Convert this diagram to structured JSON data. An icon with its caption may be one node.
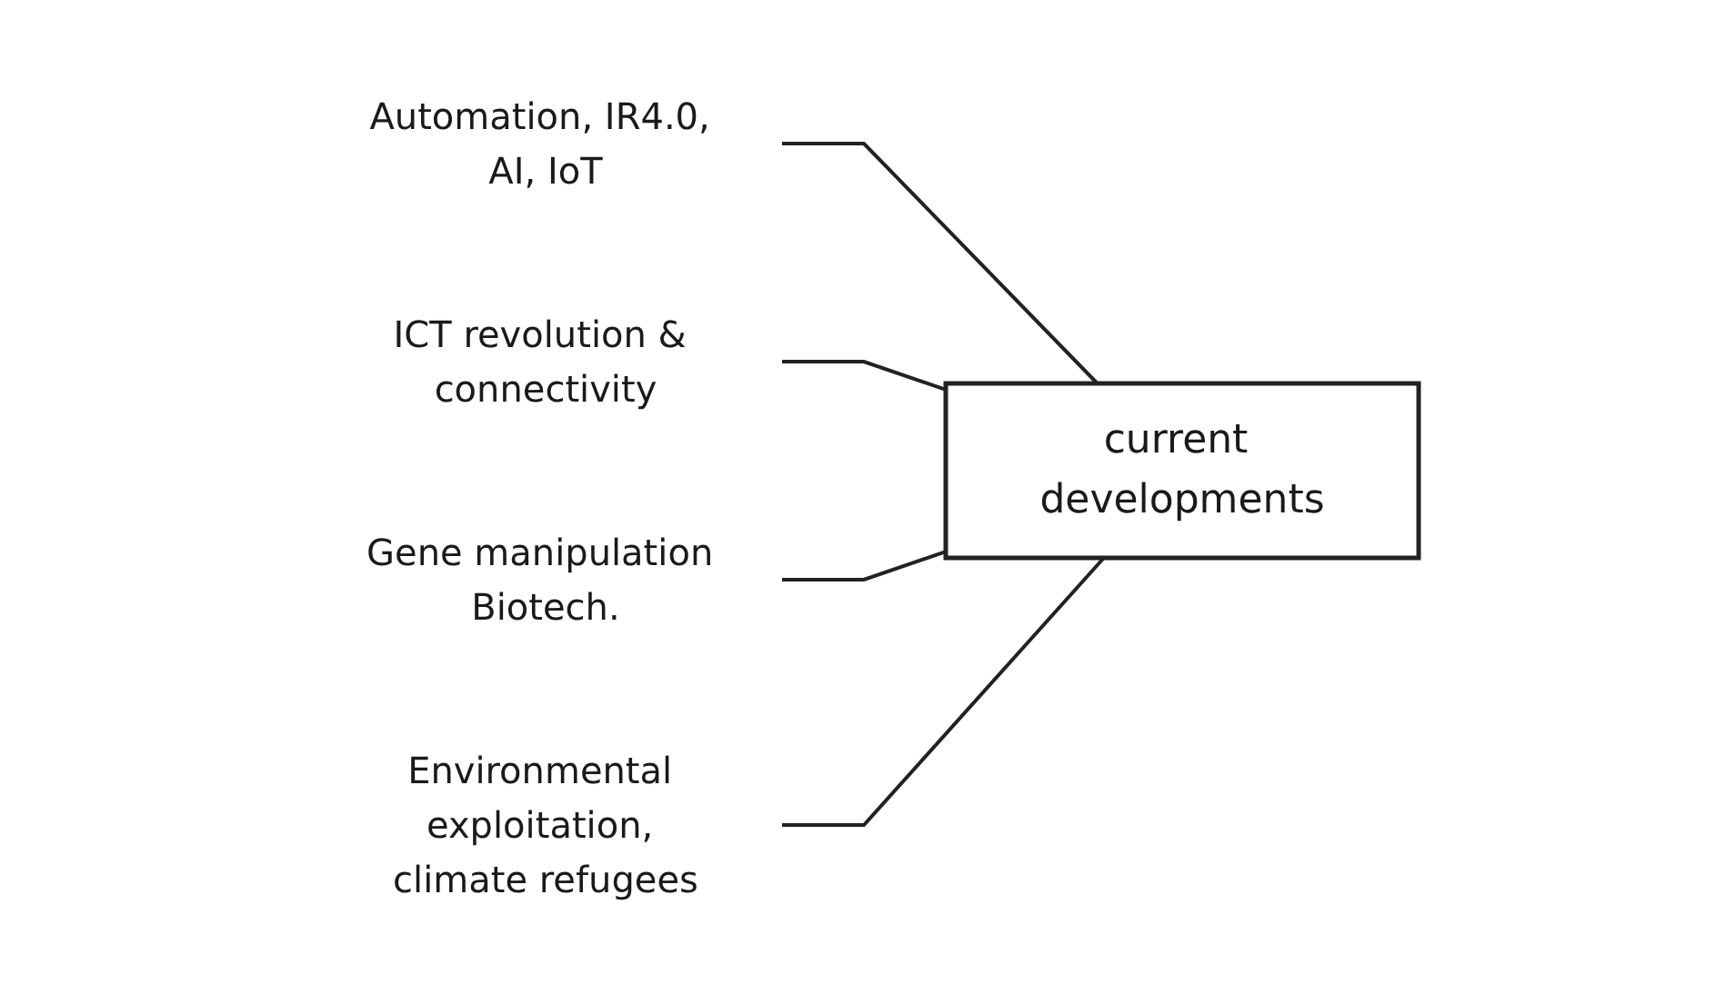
{
  "diagram": {
    "nodes": [
      {
        "text": [
          "Automation, IR4.0, AI, IoT"
        ]
      },
      {
        "text": [
          "ICT revolution & connectivity"
        ]
      },
      {
        "text": [
          "current developments"
        ]
      },
      {
        "text": [
          "Gene manipulation Biotech."
        ]
      },
      {
        "text": [
          "Environmental exploitation, climate refugees"
        ]
      }
    ],
    "edges": [
      {
        "from": 0,
        "to": 2,
        "arrow": "none"
      },
      {
        "from": 1,
        "to": 2,
        "arrow": "none"
      },
      {
        "from": 3,
        "to": 2,
        "arrow": "none"
      },
      {
        "from": 4,
        "to": 2,
        "arrow": "none"
      }
    ]
  }
}
